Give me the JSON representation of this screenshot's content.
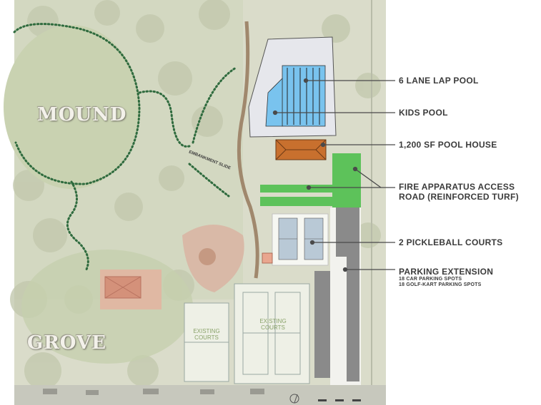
{
  "labels": {
    "lap_pool": "6 LANE LAP POOL",
    "kids_pool": "KIDS POOL",
    "pool_house": "1,200 SF POOL HOUSE",
    "fire_access_line1": "FIRE APPARATUS ACCESS",
    "fire_access_line2": "ROAD (REINFORCED TURF)",
    "pickleball": "2 PICKLEBALL COURTS",
    "parking": "PARKING EXTENSION",
    "parking_sub1": "18 CAR PARKING SPOTS",
    "parking_sub2": "18 GOLF-KART PARKING SPOTS"
  },
  "places": {
    "mound": "MOUND",
    "grove": "GROVE",
    "slide": "EMBANKMENT SLIDE"
  },
  "existing": {
    "line1": "EXISTING",
    "line2": "COURTS"
  },
  "colors": {
    "pool": "#79c3ee",
    "pool_house": "#c8702e",
    "turf": "#5dc25a",
    "parking": "#8a8a8a",
    "leader": "#4a4a4a",
    "trail": "#2f6b3e",
    "background": "#d9dccb"
  }
}
